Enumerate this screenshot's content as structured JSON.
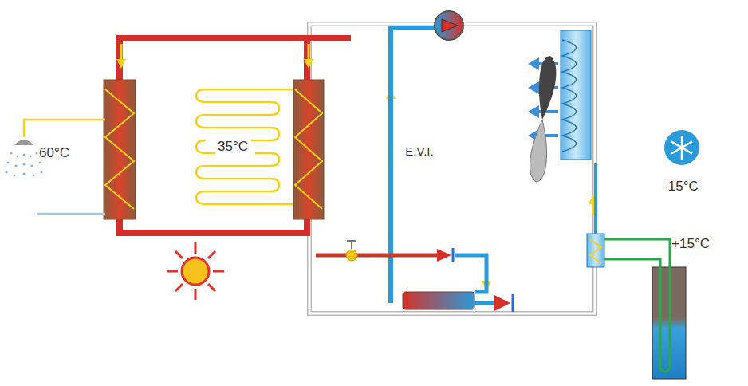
{
  "diagram": {
    "labels": [
      "60°C",
      "35°C",
      "E.V.I.",
      "-15°C",
      "+15°C"
    ]
  }
}
